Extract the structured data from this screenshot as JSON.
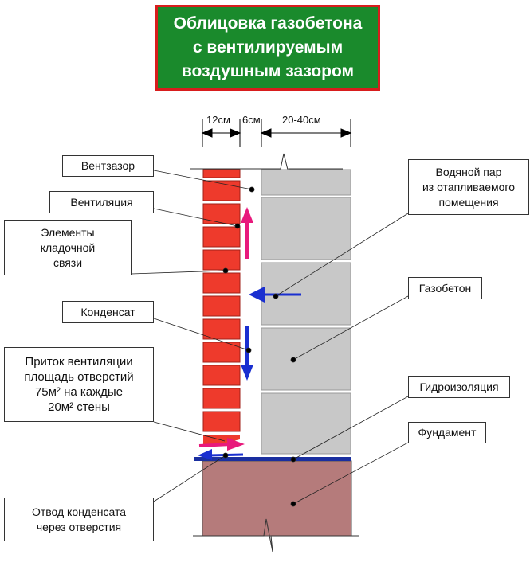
{
  "title": {
    "lines": [
      "Облицовка газобетона",
      "с вентилируемым",
      "воздушным зазором"
    ]
  },
  "dimensions": [
    "12см",
    "6см",
    "20-40см"
  ],
  "labels": {
    "ventzazor": "Вентзазор",
    "ventilation": "Вентиляция",
    "ties": [
      "Элементы",
      "кладочной",
      "связи"
    ],
    "condensate": "Конденсат",
    "inflow": [
      "Приток вентиляции",
      "площадь отверстий",
      "75м² на каждые",
      "20м² стены"
    ],
    "drain": [
      "Отвод конденсата",
      "через отверстия"
    ],
    "vapor": [
      "Водяной пар",
      "из отапливаемого",
      "помещения"
    ],
    "aerated_concrete": "Газобетон",
    "waterproofing": "Гидроизоляция",
    "foundation": "Фундамент"
  },
  "colors": {
    "title_bg": "#1a8a2c",
    "title_border": "#d81d1d",
    "brick": "#ee3a2c",
    "block": "#c8c8c8",
    "foundation": "#b57b7b",
    "air_in": "#e8197c",
    "moisture": "#1a2fd0"
  }
}
